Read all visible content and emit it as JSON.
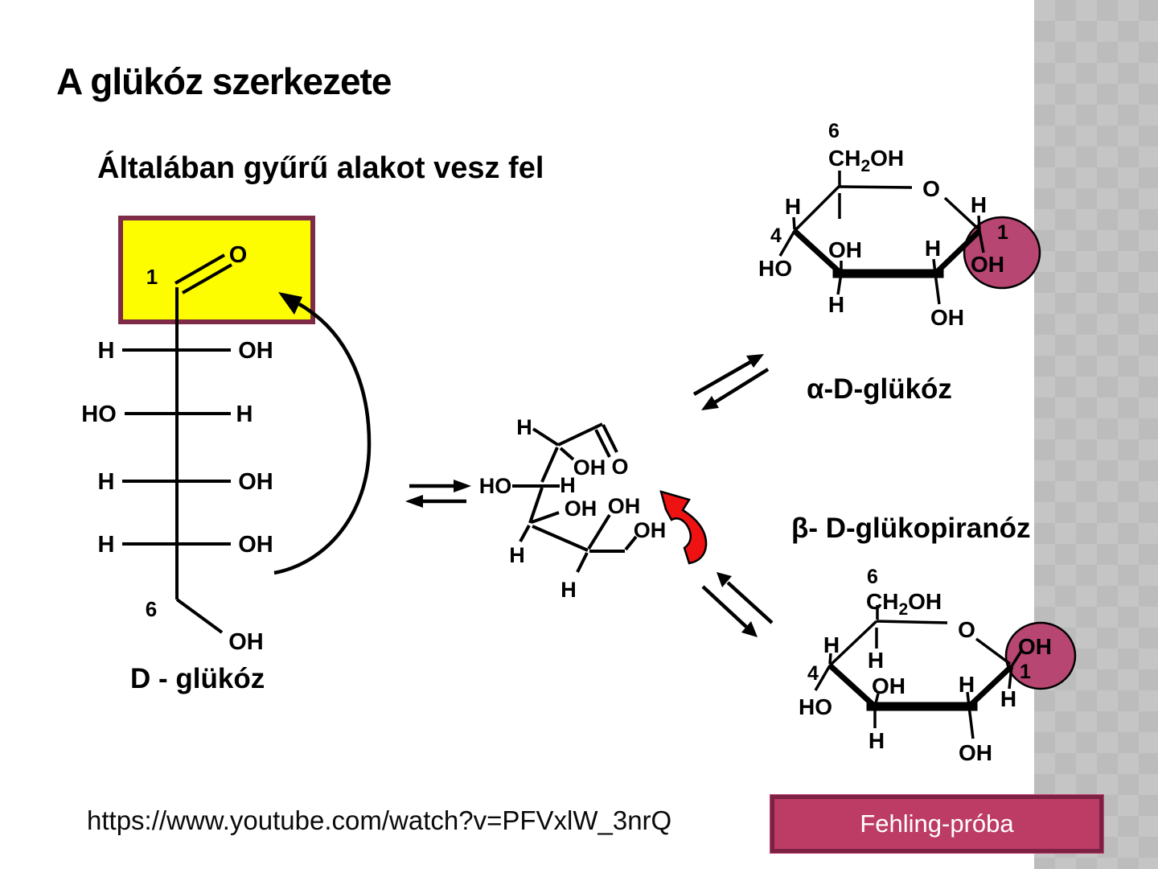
{
  "slide": {
    "title": "A glükóz szerkezete",
    "subtitle": "Általában gyűrű alakot vesz fel",
    "url": "https://www.youtube.com/watch?v=PFVxlW_3nrQ",
    "button": "Fehling-próba"
  },
  "colors": {
    "highlight_yellow": "#fdfd00",
    "highlight_border": "#7e2b47",
    "ellipse_pink": "#b84672",
    "button_fill": "#bd3c66",
    "button_border": "#7c2144",
    "red_arrow": "#ee1212",
    "stripe_base": "#c5c5c5",
    "stripe_diamond": "#bcbcbc"
  },
  "fischer": {
    "name": "D - glükóz",
    "c1": "1",
    "c6": "6",
    "aldehyde_o": "O",
    "row1_left": "H",
    "row1_right": "OH",
    "row2_left": "HO",
    "row2_right": "H",
    "row3_left": "H",
    "row3_right": "OH",
    "row4_left": "H",
    "row4_right": "OH",
    "oh_c6": "OH"
  },
  "open_chain": {
    "h_top": "H",
    "oh_c2": "OH",
    "aldehyde_o": "O",
    "ho_c3": "HO",
    "h_c3": "H",
    "oh_c4": "OH",
    "oh_c5": "OH",
    "oh_c6": "OH",
    "h_c4": "H",
    "h_c5": "H"
  },
  "alpha": {
    "name": "α-D-glükóz",
    "c6": "6",
    "ch2oh_main": "CH",
    "ch2oh_sub": "2",
    "ch2oh_tail": "OH",
    "ring_o": "O",
    "c4": "4",
    "c1": "1",
    "h_c4": "H",
    "ho_c4": "HO",
    "oh_c3": "OH",
    "h_c3": "H",
    "h_c2": "H",
    "oh_c2": "OH",
    "h_c1": "H",
    "oh_c1": "OH"
  },
  "beta": {
    "name": "β- D-glükopiranóz",
    "c6": "6",
    "ch2oh_main": "CH",
    "ch2oh_sub": "2",
    "ch2oh_tail": "OH",
    "ring_o": "O",
    "c4": "4",
    "c1": "1",
    "h_c4": "H",
    "ho_c4": "HO",
    "h_c5": "H",
    "oh_c3": "OH",
    "h_c3": "H",
    "h_c2": "H",
    "oh_c2": "OH",
    "oh_c1": "OH",
    "h_c1": "H"
  }
}
